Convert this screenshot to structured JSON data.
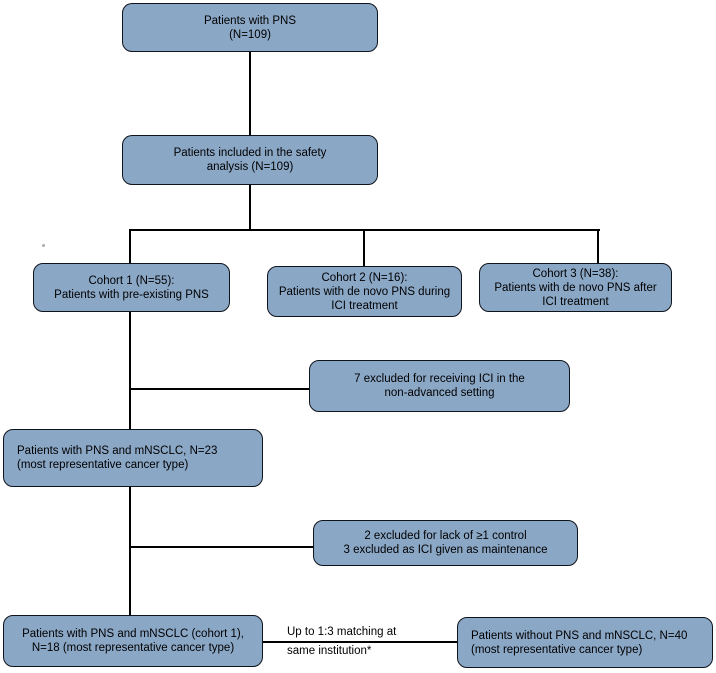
{
  "diagram": {
    "type": "flowchart",
    "colors": {
      "node_fill": "#8ba7c6",
      "node_border": "#0e141b",
      "connector": "#000000",
      "text": "#000000",
      "background": "#ffffff"
    },
    "nodes": {
      "pns_total": {
        "line1": "Patients with PNS",
        "line2": "(N=109)"
      },
      "safety": {
        "line1": "Patients included in the safety",
        "line2": "analysis (N=109)"
      },
      "cohort1": {
        "line1": "Cohort 1 (N=55):",
        "line2": "Patients with pre-existing PNS"
      },
      "cohort2": {
        "line1": "Cohort 2 (N=16):",
        "line2": "Patients with de novo PNS during",
        "line3": "ICI treatment"
      },
      "cohort3": {
        "line1": "Cohort 3 (N=38):",
        "line2": "Patients with de novo PNS after",
        "line3": "ICI treatment"
      },
      "excluded7": {
        "line1": "7 excluded for receiving ICI in the",
        "line2": "non-advanced setting"
      },
      "n23": {
        "line1": "Patients with PNS and mNSCLC, N=23",
        "line2": "(most representative cancer type)"
      },
      "excluded23": {
        "line1": "2 excluded for lack of ≥1 control",
        "line2": "3 excluded as ICI given as maintenance"
      },
      "n18": {
        "line1": "Patients with PNS and mNSCLC (cohort 1),",
        "line2": "N=18 (most representative cancer type)"
      },
      "n40": {
        "line1": "Patients without PNS and mNSCLC, N=40",
        "line2": "(most representative cancer type)"
      }
    },
    "edge_label": {
      "line1": "Up to 1:3 matching at",
      "line2": "same institution*"
    }
  }
}
